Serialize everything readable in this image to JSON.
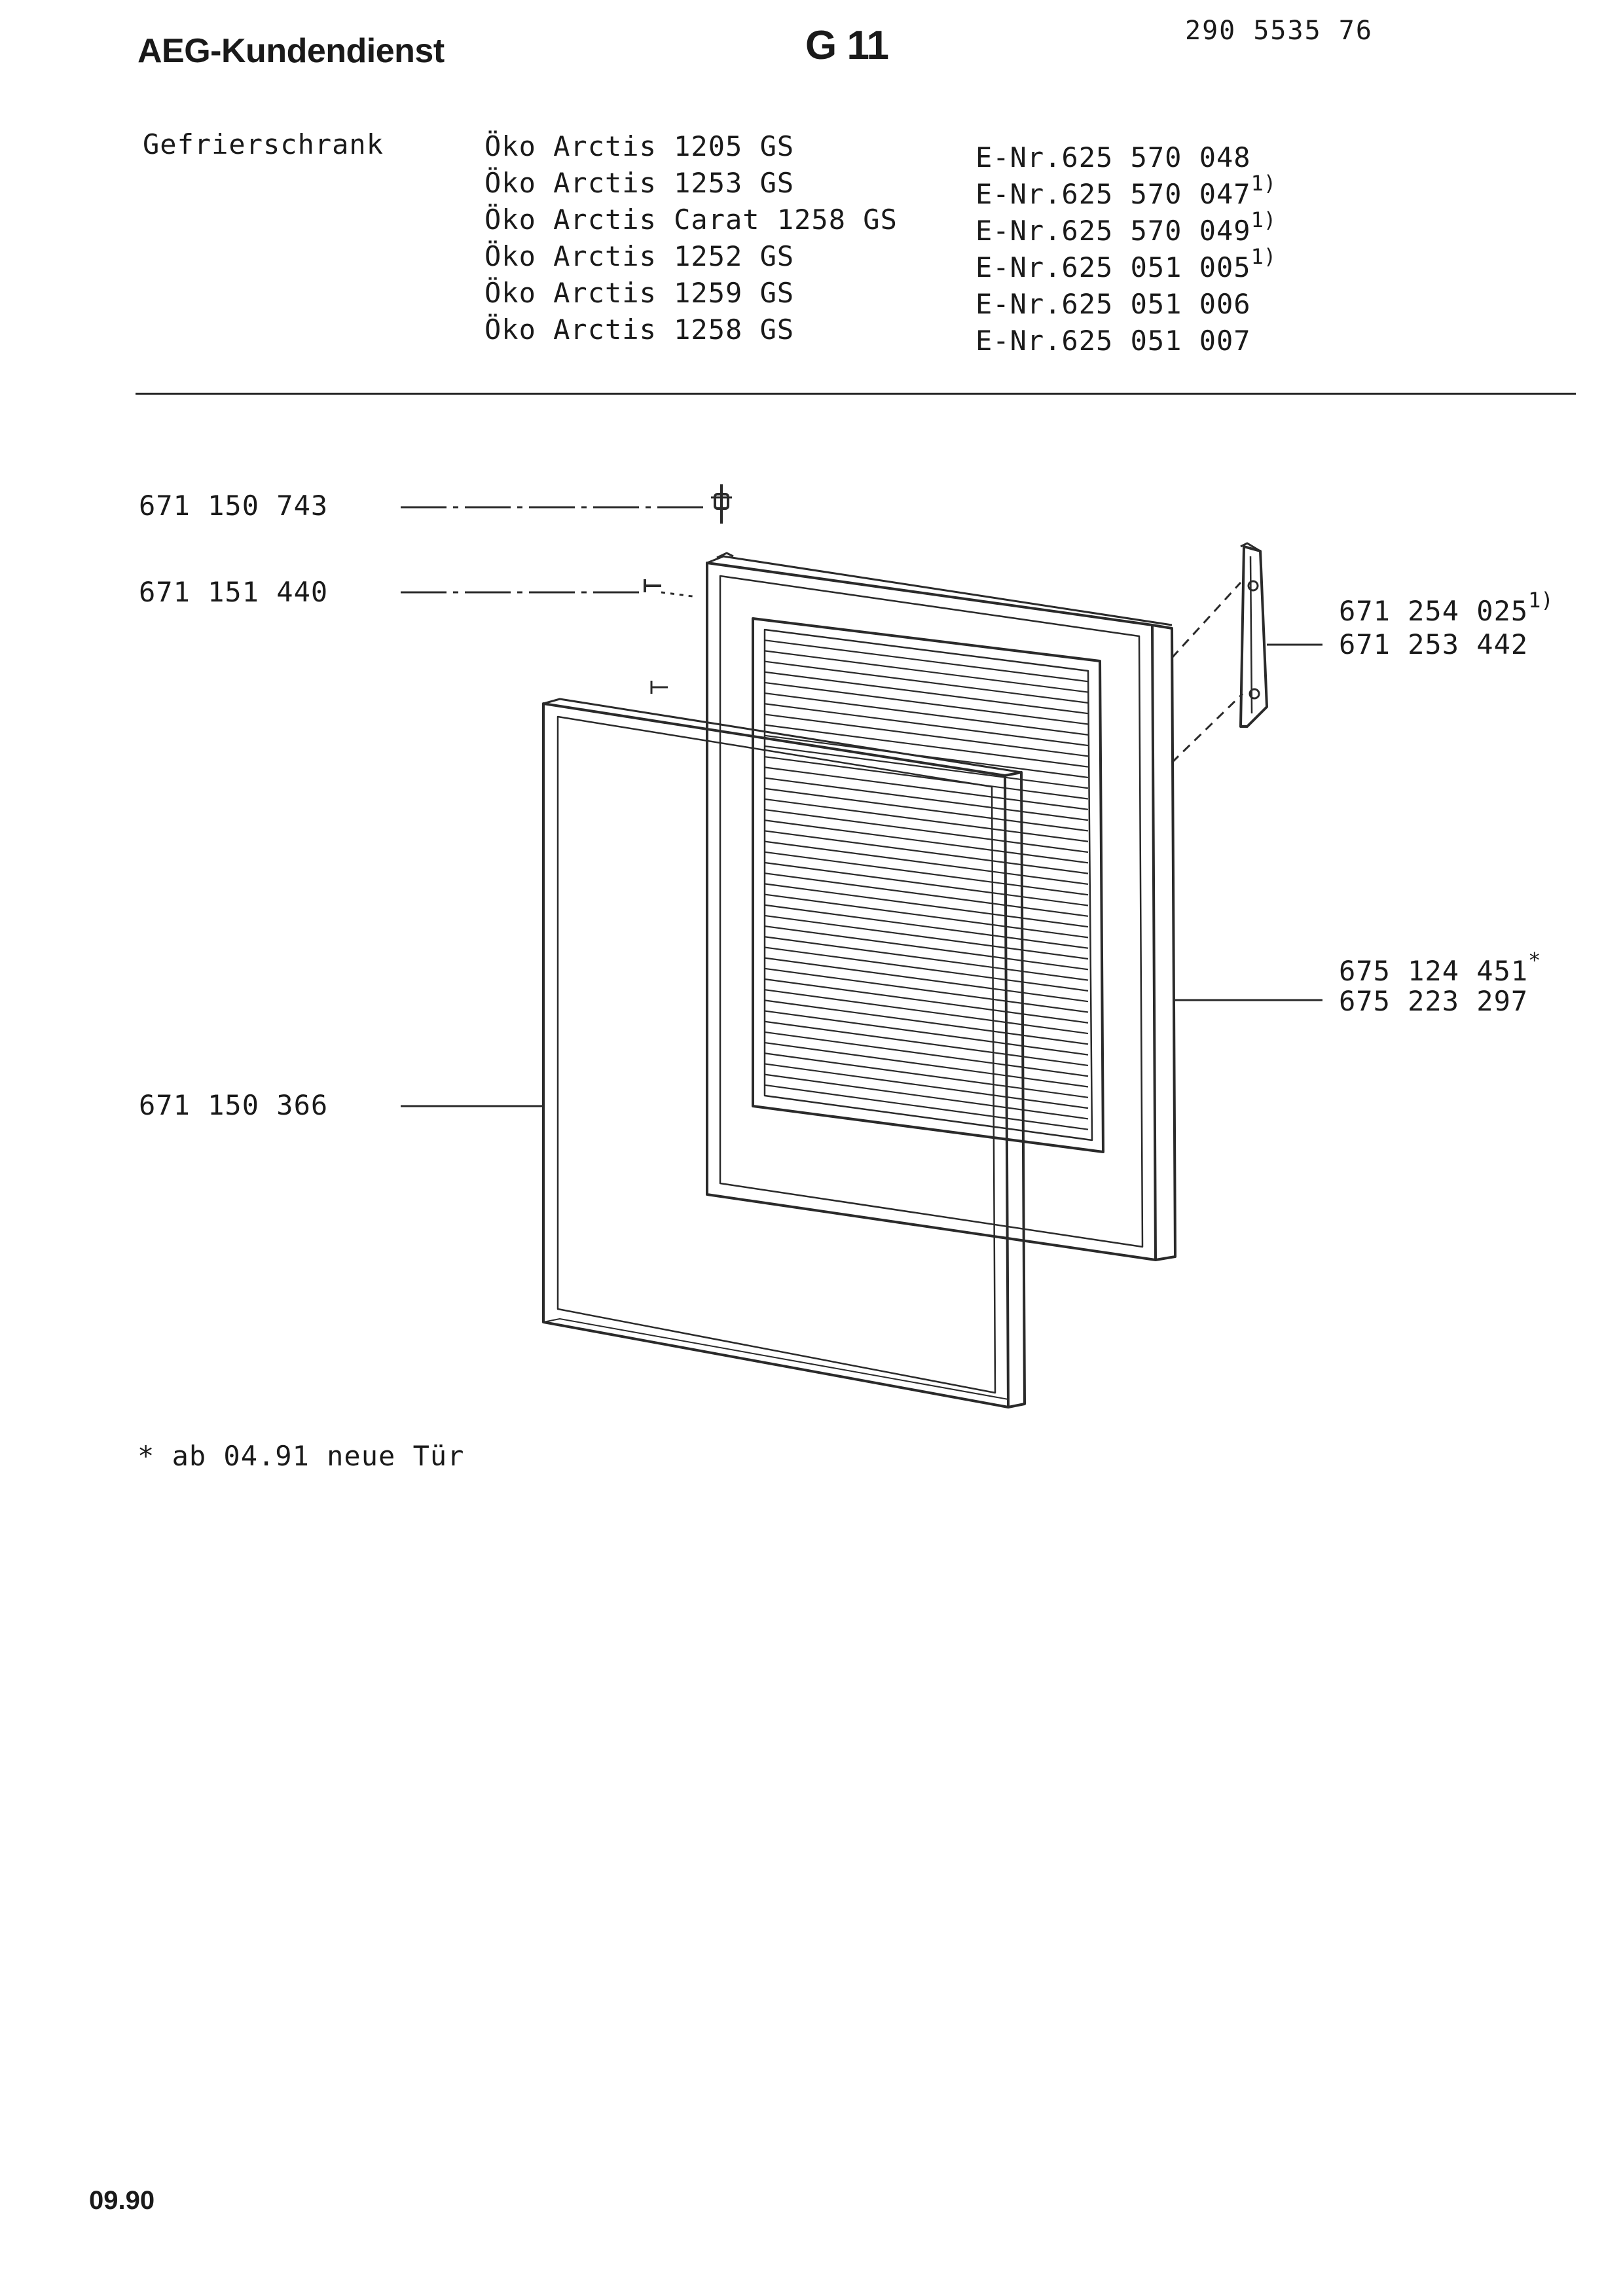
{
  "header": {
    "brand": "AEG-Kundendienst",
    "group_code": "G 11",
    "document_number": "290 5535 76"
  },
  "appliance": {
    "category": "Gefrierschrank",
    "models": [
      {
        "name": "Öko Arctis 1205 GS",
        "enr": "E-Nr.625 570 048",
        "note": ""
      },
      {
        "name": "Öko Arctis 1253 GS",
        "enr": "E-Nr.625 570 047",
        "note": "1)"
      },
      {
        "name": "Öko Arctis Carat 1258 GS",
        "enr": "E-Nr.625 570 049",
        "note": "1)"
      },
      {
        "name": "Öko Arctis 1252 GS",
        "enr": "E-Nr.625 051 005",
        "note": "1)"
      },
      {
        "name": "Öko Arctis 1259 GS",
        "enr": "E-Nr.625 051 006",
        "note": ""
      },
      {
        "name": "Öko Arctis 1258 GS",
        "enr": "E-Nr.625 051 007",
        "note": ""
      }
    ]
  },
  "parts": [
    {
      "number": "671 150 743",
      "note": ""
    },
    {
      "number": "671 151 440",
      "note": ""
    },
    {
      "number": "671 150 366",
      "note": ""
    },
    {
      "number": "671 254 025",
      "note": "1)"
    },
    {
      "number": "671 253 442",
      "note": ""
    },
    {
      "number": "675 124 451",
      "note": "*"
    },
    {
      "number": "675 223 297",
      "note": ""
    }
  ],
  "footnote": "* ab 04.91 neue Tür",
  "date": "09.90"
}
